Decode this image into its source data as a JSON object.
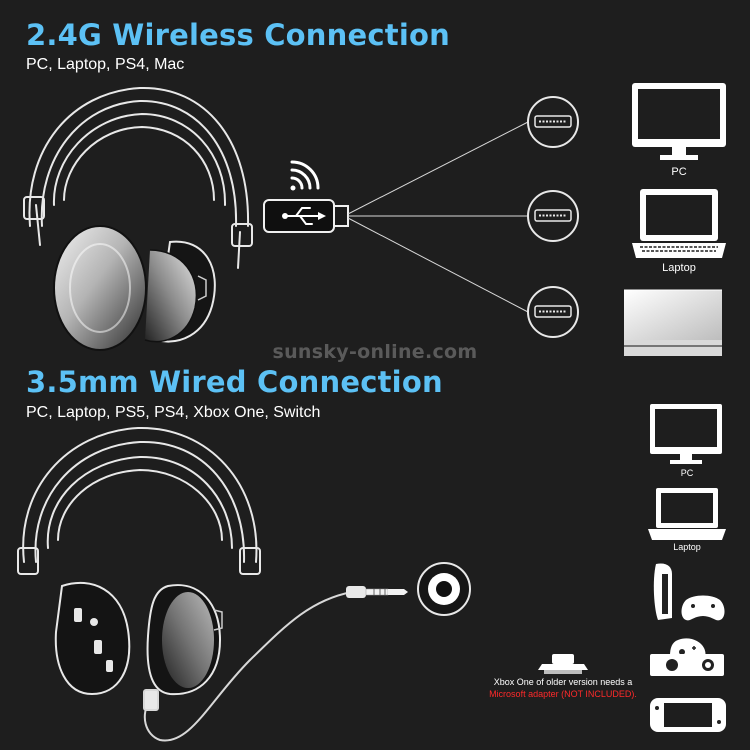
{
  "wireless": {
    "title": "2.4G Wireless Connection",
    "compat": "PC, Laptop, PS4, Mac",
    "devices": [
      "PC",
      "Laptop"
    ]
  },
  "wired": {
    "title": "3.5mm Wired Connection",
    "compat": "PC, Laptop, PS5, PS4, Xbox One, Switch",
    "devices": [
      "PC",
      "Laptop"
    ]
  },
  "watermark": "sunsky-online.com",
  "note": {
    "line1": "Xbox One of older version needs a",
    "line2": "Microsoft adapter (NOT INCLUDED)."
  },
  "colors": {
    "background": "#1e1e1e",
    "title": "#5cc1f5",
    "text": "#ffffff",
    "warning": "#ff2a2a",
    "line": "#d8d8d8"
  },
  "icons": [
    "headset-icon",
    "usb-dongle-icon",
    "wifi-icon",
    "usb-port-icon",
    "monitor-icon",
    "laptop-icon",
    "ps4-console-icon",
    "audio-jack-icon",
    "ps5-console-icon",
    "xbox-console-icon",
    "switch-console-icon",
    "xbox-adapter-icon"
  ]
}
